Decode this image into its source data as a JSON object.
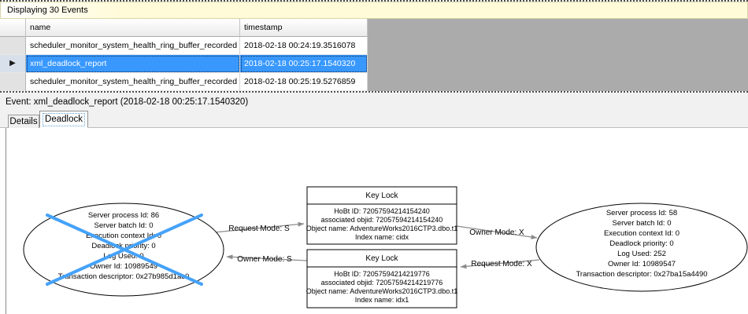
{
  "info_bar": {
    "title": "Displaying 30 Events"
  },
  "grid": {
    "columns": [
      "name",
      "timestamp"
    ],
    "selected_row_marker": "▶",
    "rows": [
      {
        "name": "scheduler_monitor_system_health_ring_buffer_recorded",
        "timestamp": "2018-02-18 00:24:19.3516078"
      },
      {
        "name": "xml_deadlock_report",
        "timestamp": "2018-02-18 00:25:17.1540320"
      },
      {
        "name": "scheduler_monitor_system_health_ring_buffer_recorded",
        "timestamp": "2018-02-18 00:25:19.5276859"
      }
    ]
  },
  "event_bar": {
    "label": "Event: xml_deadlock_report (2018-02-18 00:25:17.1540320)"
  },
  "tabs": [
    {
      "label": "Details"
    },
    {
      "label": "Deadlock"
    }
  ],
  "deadlock_graph": {
    "process_victim": {
      "lines": [
        "Server process Id: 86",
        "Server batch Id: 0",
        "Execution context Id: 0",
        "Deadlock priority: 0",
        "Log Used: 0",
        "Owner Id: 10989549",
        "Transaction descriptor: 0x27b985d1ac0"
      ]
    },
    "process_right": {
      "lines": [
        "Server process Id: 58",
        "Server batch Id: 0",
        "Execution context Id: 0",
        "Deadlock priority: 0",
        "Log Used: 252",
        "Owner Id: 10989547",
        "Transaction descriptor: 0x27ba15a4490"
      ]
    },
    "lock_top": {
      "title": "Key Lock",
      "lines": [
        "HoBt ID: 72057594214154240",
        "associated objid: 72057594214154240",
        "Object name: AdventureWorks2016CTP3.dbo.t1",
        "Index name: cidx"
      ]
    },
    "lock_bottom": {
      "title": "Key Lock",
      "lines": [
        "HoBt ID: 72057594214219776",
        "associated objid: 72057594214219776",
        "Object name: AdventureWorks2016CTP3.dbo.t1",
        "Index name: idx1"
      ]
    },
    "edges": {
      "request_s": "Request Mode: S",
      "owner_s": "Owner Mode: S",
      "owner_x": "Owner Mode: X",
      "request_x": "Request Mode: X"
    }
  },
  "colors": {
    "selection": "#3898fe",
    "victim-cross": "#45a2f9",
    "grid-empty": "#ababab",
    "info-bar-yellow": "#fffbd9",
    "panel-gray": "#f1f1f1"
  }
}
